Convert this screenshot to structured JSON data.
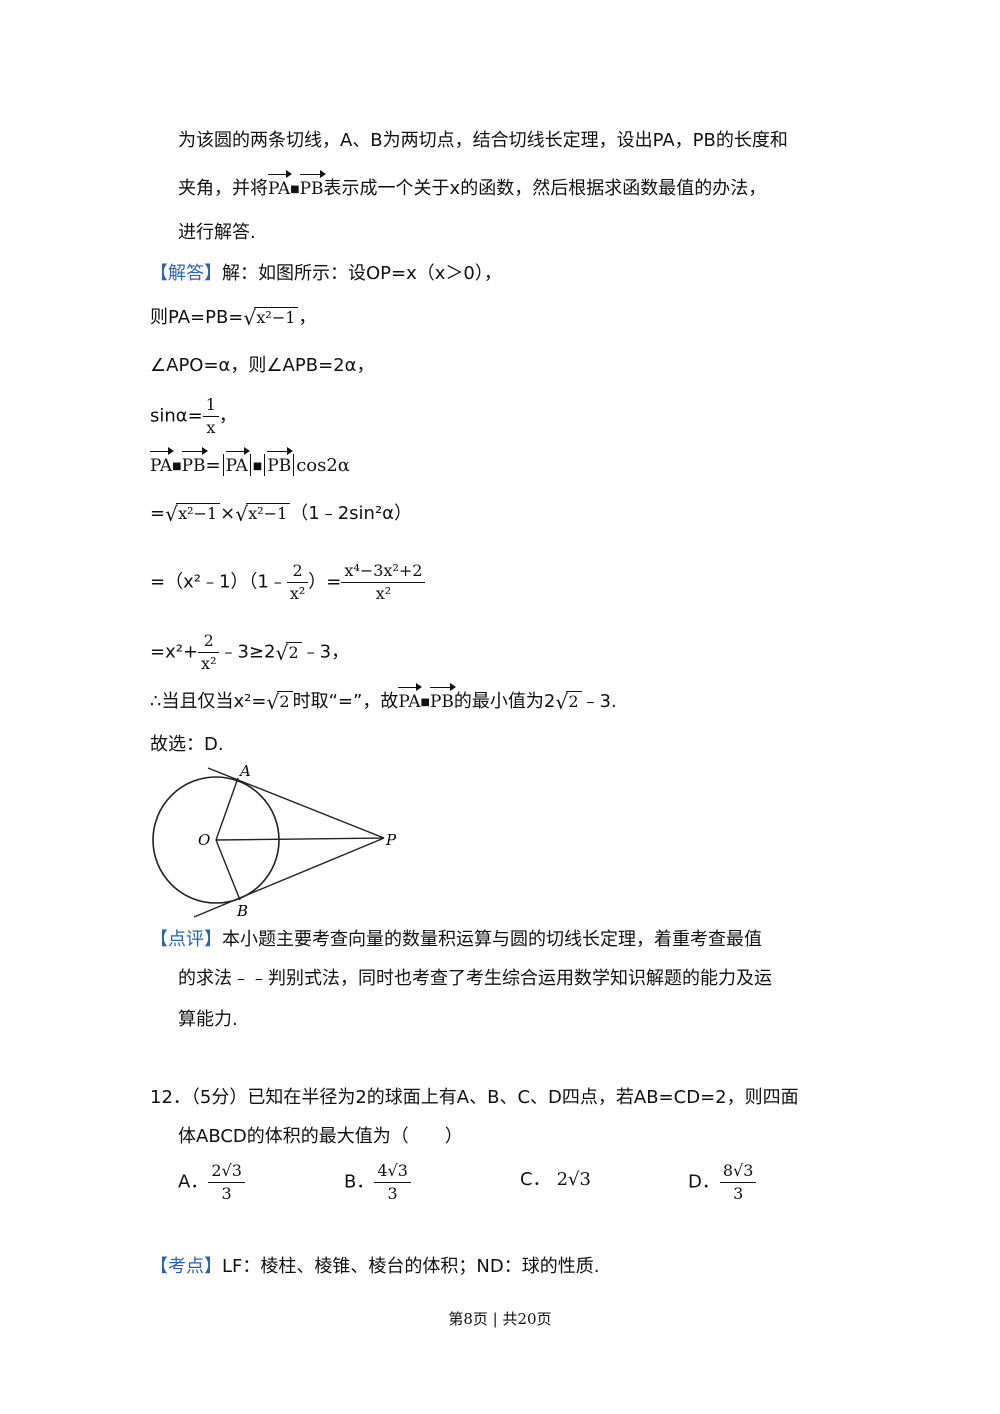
{
  "analysis": {
    "line1": "为该圆的两条切线，A、B为两切点，结合切线长定理，设出PA，PB的长度和",
    "line2a": "夹角，并将",
    "line2b": "表示成一个关于x的函数，然后根据求函数最值的办法，",
    "line3": "进行解答."
  },
  "solution": {
    "tag": "【解答】",
    "intro": "解：如图所示：设OP=x（x＞0），",
    "s1a": "则PA=PB=",
    "s1b": "，",
    "s2": "∠APO=α，则∠APB=2α，",
    "s3a": "sinα=",
    "s3b": "，",
    "s4eq": "=",
    "s4cos": "cos2α",
    "s5a": "=",
    "s5times": "×",
    "s5b": "（1﹣2sin²α）",
    "s6a": "=（x²﹣1）（1﹣",
    "s6b": "）=",
    "s7a": "=x²+",
    "s7b": "﹣3≥2",
    "s7c": "﹣3，",
    "s8a": "∴当且仅当x²=",
    "s8b": "时取“=”，故",
    "s8c": "的最小值为2",
    "s8d": "﹣3.",
    "answer": "故选：D."
  },
  "math": {
    "PA": "PA",
    "PB": "PB",
    "x2m1": "x²−1",
    "one": "1",
    "x": "x",
    "two": "2",
    "x2": "x²",
    "x4expr": "x⁴−3x²+2",
    "sqrt2": "2",
    "three": "3"
  },
  "figure": {
    "labels": {
      "A": "A",
      "B": "B",
      "O": "O",
      "P": "P"
    }
  },
  "comment": {
    "tag": "【点评】",
    "line1": "本小题主要考查向量的数量积运算与圆的切线长定理，着重考查最值",
    "line2": "的求法﹣﹣判别式法，同时也考查了考生综合运用数学知识解题的能力及运",
    "line3": "算能力."
  },
  "question12": {
    "line1": "12．（5分）已知在半径为2的球面上有A、B、C、D四点，若AB=CD=2，则四面",
    "line2": "体ABCD的体积的最大值为（　　）",
    "options": {
      "A_label": "A．",
      "A_num": "2√3",
      "A_den": "3",
      "B_label": "B．",
      "B_num": "4√3",
      "B_den": "3",
      "C_label": "C．",
      "C_val": "2√3",
      "D_label": "D．",
      "D_num": "8√3",
      "D_den": "3"
    }
  },
  "kaodian": {
    "tag": "【考点】",
    "text": "LF：棱柱、棱锥、棱台的体积；ND：球的性质."
  },
  "footer": {
    "text": "第8页 | 共20页"
  }
}
